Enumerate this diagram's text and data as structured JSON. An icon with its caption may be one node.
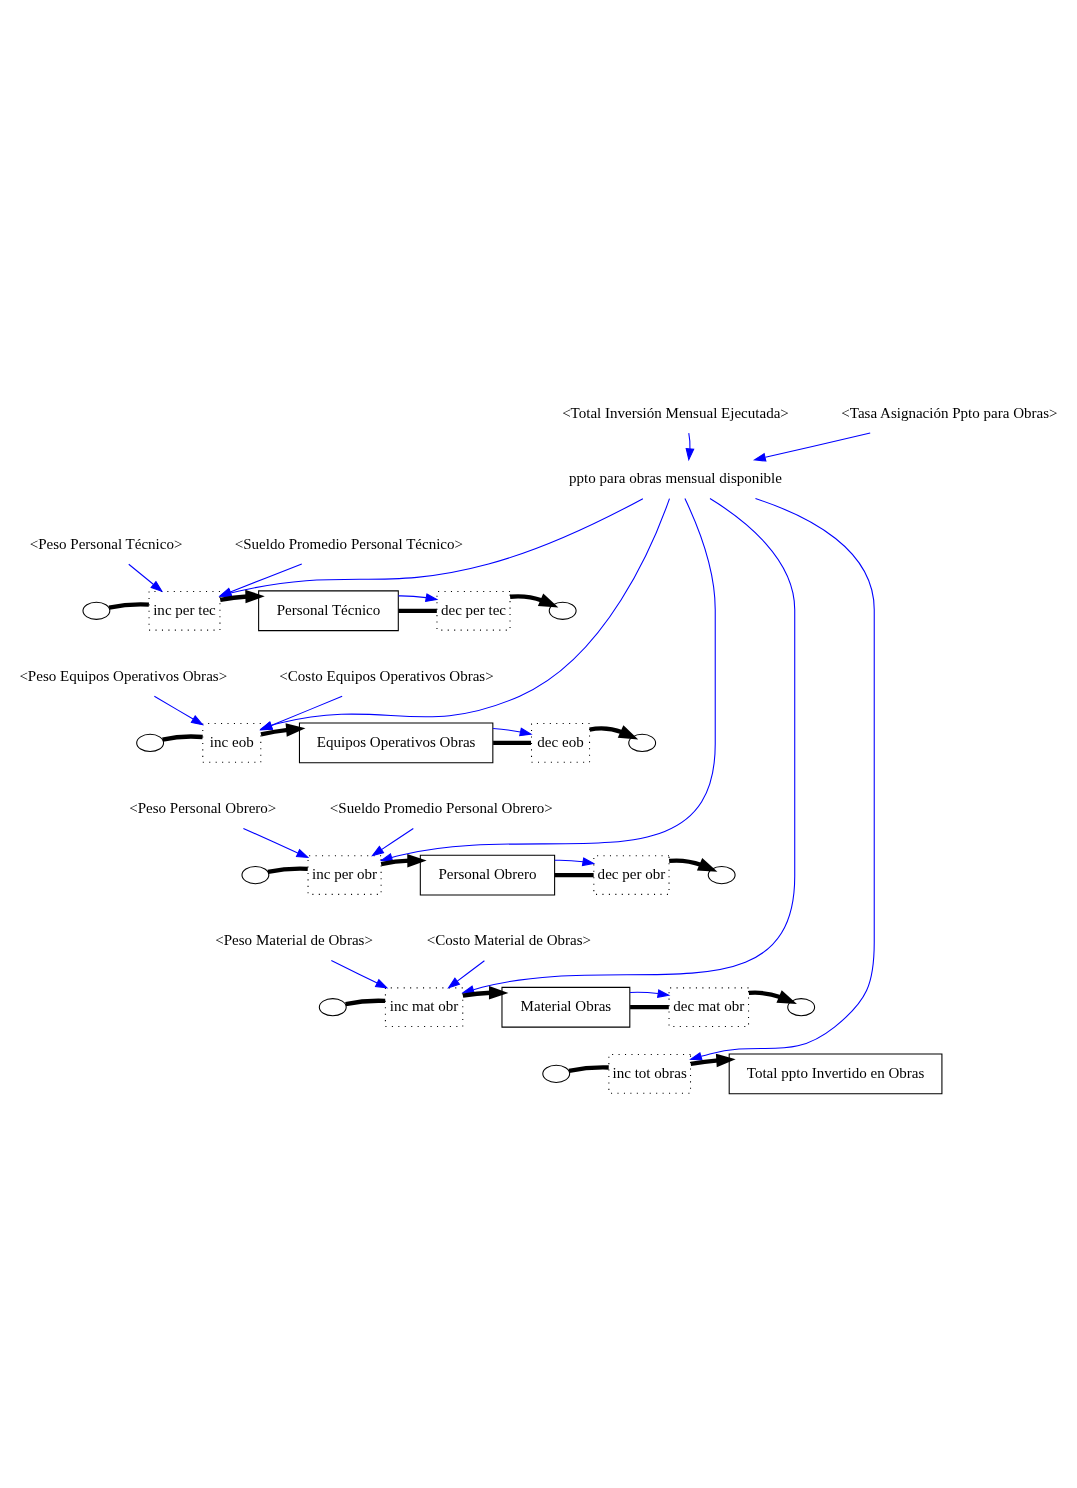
{
  "diagram": {
    "nodes": [
      {
        "text": [
          "<Total Inversión Mensual Ejecutada>"
        ]
      },
      {
        "text": [
          "<Tasa Asignación Ppto para Obras>"
        ]
      },
      {
        "text": [
          "ppto para obras mensual disponible"
        ]
      },
      {
        "text": [
          "<Peso Personal Técnico>"
        ]
      },
      {
        "text": [
          "<Sueldo Promedio Personal Técnico>"
        ]
      },
      {
        "text": [],
        "shape": "cloud"
      },
      {
        "text": [
          "inc per tec"
        ]
      },
      {
        "text": [
          "Personal Técnico"
        ]
      },
      {
        "text": [
          "dec per tec"
        ]
      },
      {
        "text": [],
        "shape": "cloud"
      },
      {
        "text": [
          "<Peso Equipos Operativos Obras>"
        ]
      },
      {
        "text": [
          "<Costo Equipos Operativos Obras>"
        ]
      },
      {
        "text": [],
        "shape": "cloud"
      },
      {
        "text": [
          "inc eob"
        ]
      },
      {
        "text": [
          "Equipos Operativos Obras"
        ]
      },
      {
        "text": [
          "dec eob"
        ]
      },
      {
        "text": [],
        "shape": "cloud"
      },
      {
        "text": [
          "<Peso Personal Obrero>"
        ]
      },
      {
        "text": [
          "<Sueldo Promedio Personal Obrero>"
        ]
      },
      {
        "text": [],
        "shape": "cloud"
      },
      {
        "text": [
          "inc per obr"
        ]
      },
      {
        "text": [
          "Personal Obrero"
        ]
      },
      {
        "text": [
          "dec per obr"
        ]
      },
      {
        "text": [],
        "shape": "cloud"
      },
      {
        "text": [
          "<Peso Material de Obras>"
        ]
      },
      {
        "text": [
          "<Costo Material de Obras>"
        ]
      },
      {
        "text": [],
        "shape": "cloud"
      },
      {
        "text": [
          "inc mat obr"
        ]
      },
      {
        "text": [
          "Material Obras"
        ]
      },
      {
        "text": [
          "dec mat obr"
        ]
      },
      {
        "text": [],
        "shape": "cloud"
      },
      {
        "text": [],
        "shape": "cloud"
      },
      {
        "text": [
          "inc tot obras"
        ]
      },
      {
        "text": [
          "Total ppto Invertido en Obras"
        ]
      }
    ],
    "edges": [
      {
        "from": 0,
        "to": 2,
        "arrow": "to",
        "color": "#0000ff"
      },
      {
        "from": 1,
        "to": 2,
        "arrow": "to",
        "color": "#0000ff"
      },
      {
        "from": 2,
        "to": 6,
        "arrow": "to",
        "color": "#0000ff"
      },
      {
        "from": 3,
        "to": 6,
        "arrow": "to",
        "color": "#0000ff"
      },
      {
        "from": 4,
        "to": 6,
        "arrow": "to",
        "color": "#0000ff"
      },
      {
        "from": 5,
        "to": 6,
        "arrow": "none",
        "style": "thick",
        "color": "#000000"
      },
      {
        "from": 6,
        "to": 7,
        "arrow": "to",
        "style": "thick",
        "color": "#000000"
      },
      {
        "from": 7,
        "to": 8,
        "arrow": "none",
        "style": "thick",
        "color": "#000000"
      },
      {
        "from": 8,
        "to": 9,
        "arrow": "to",
        "style": "thick",
        "color": "#000000"
      },
      {
        "from": 7,
        "to": 8,
        "arrow": "to",
        "color": "#0000ff"
      },
      {
        "from": 2,
        "to": 13,
        "arrow": "to",
        "color": "#0000ff"
      },
      {
        "from": 10,
        "to": 13,
        "arrow": "to",
        "color": "#0000ff"
      },
      {
        "from": 11,
        "to": 13,
        "arrow": "to",
        "color": "#0000ff"
      },
      {
        "from": 12,
        "to": 13,
        "arrow": "none",
        "style": "thick",
        "color": "#000000"
      },
      {
        "from": 13,
        "to": 14,
        "arrow": "to",
        "style": "thick",
        "color": "#000000"
      },
      {
        "from": 14,
        "to": 15,
        "arrow": "none",
        "style": "thick",
        "color": "#000000"
      },
      {
        "from": 15,
        "to": 16,
        "arrow": "to",
        "style": "thick",
        "color": "#000000"
      },
      {
        "from": 14,
        "to": 15,
        "arrow": "to",
        "color": "#0000ff"
      },
      {
        "from": 2,
        "to": 20,
        "arrow": "to",
        "color": "#0000ff"
      },
      {
        "from": 17,
        "to": 20,
        "arrow": "to",
        "color": "#0000ff"
      },
      {
        "from": 18,
        "to": 20,
        "arrow": "to",
        "color": "#0000ff"
      },
      {
        "from": 19,
        "to": 20,
        "arrow": "none",
        "style": "thick",
        "color": "#000000"
      },
      {
        "from": 20,
        "to": 21,
        "arrow": "to",
        "style": "thick",
        "color": "#000000"
      },
      {
        "from": 21,
        "to": 22,
        "arrow": "none",
        "style": "thick",
        "color": "#000000"
      },
      {
        "from": 22,
        "to": 23,
        "arrow": "to",
        "style": "thick",
        "color": "#000000"
      },
      {
        "from": 21,
        "to": 22,
        "arrow": "to",
        "color": "#0000ff"
      },
      {
        "from": 2,
        "to": 27,
        "arrow": "to",
        "color": "#0000ff"
      },
      {
        "from": 24,
        "to": 27,
        "arrow": "to",
        "color": "#0000ff"
      },
      {
        "from": 25,
        "to": 27,
        "arrow": "to",
        "color": "#0000ff"
      },
      {
        "from": 26,
        "to": 27,
        "arrow": "none",
        "style": "thick",
        "color": "#000000"
      },
      {
        "from": 27,
        "to": 28,
        "arrow": "to",
        "style": "thick",
        "color": "#000000"
      },
      {
        "from": 28,
        "to": 29,
        "arrow": "none",
        "style": "thick",
        "color": "#000000"
      },
      {
        "from": 29,
        "to": 30,
        "arrow": "to",
        "style": "thick",
        "color": "#000000"
      },
      {
        "from": 28,
        "to": 29,
        "arrow": "to",
        "color": "#0000ff"
      },
      {
        "from": 2,
        "to": 32,
        "arrow": "to",
        "color": "#0000ff"
      },
      {
        "from": 31,
        "to": 32,
        "arrow": "none",
        "style": "thick",
        "color": "#000000"
      },
      {
        "from": 32,
        "to": 33,
        "arrow": "to",
        "style": "thick",
        "color": "#000000"
      }
    ]
  }
}
